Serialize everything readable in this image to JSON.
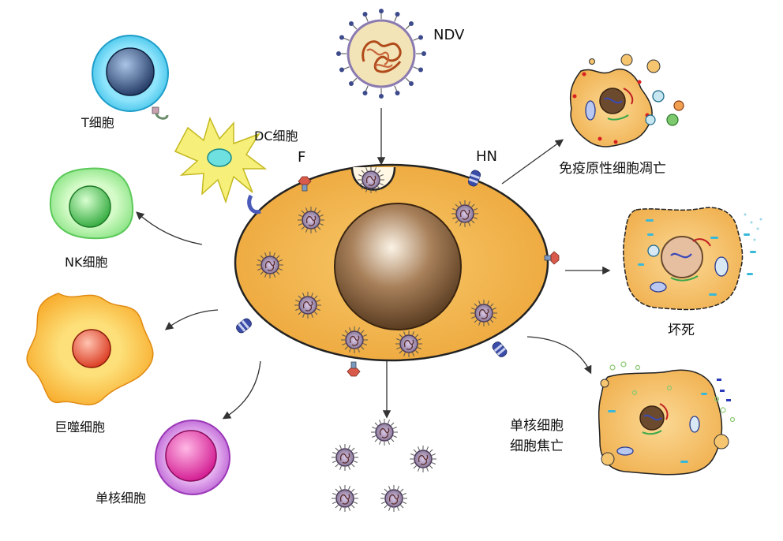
{
  "labels": {
    "ndv": "NDV",
    "f": "F",
    "hn": "HN",
    "t_cell": "T细胞",
    "dc_cell": "DC细胞",
    "nk_cell": "NK细胞",
    "macrophage": "巨噬细胞",
    "monocyte": "单核细胞",
    "immunogenic_death": "免疫原性细胞凋亡",
    "necrosis": "坏死",
    "monocyte_pyroptosis_line1": "单核细胞",
    "monocyte_pyroptosis_line2": "细胞焦亡"
  },
  "colors": {
    "tumor_cell": "#f2b544",
    "nucleus": "#6b4a2e",
    "t_cell": "#45c6ea",
    "nk_cell": "#7fe07a",
    "macrophage": "#f7a623",
    "monocyte": "#c35ad8",
    "dc_cell": "#f4ef5a",
    "dead_cell": "#f6c570"
  }
}
